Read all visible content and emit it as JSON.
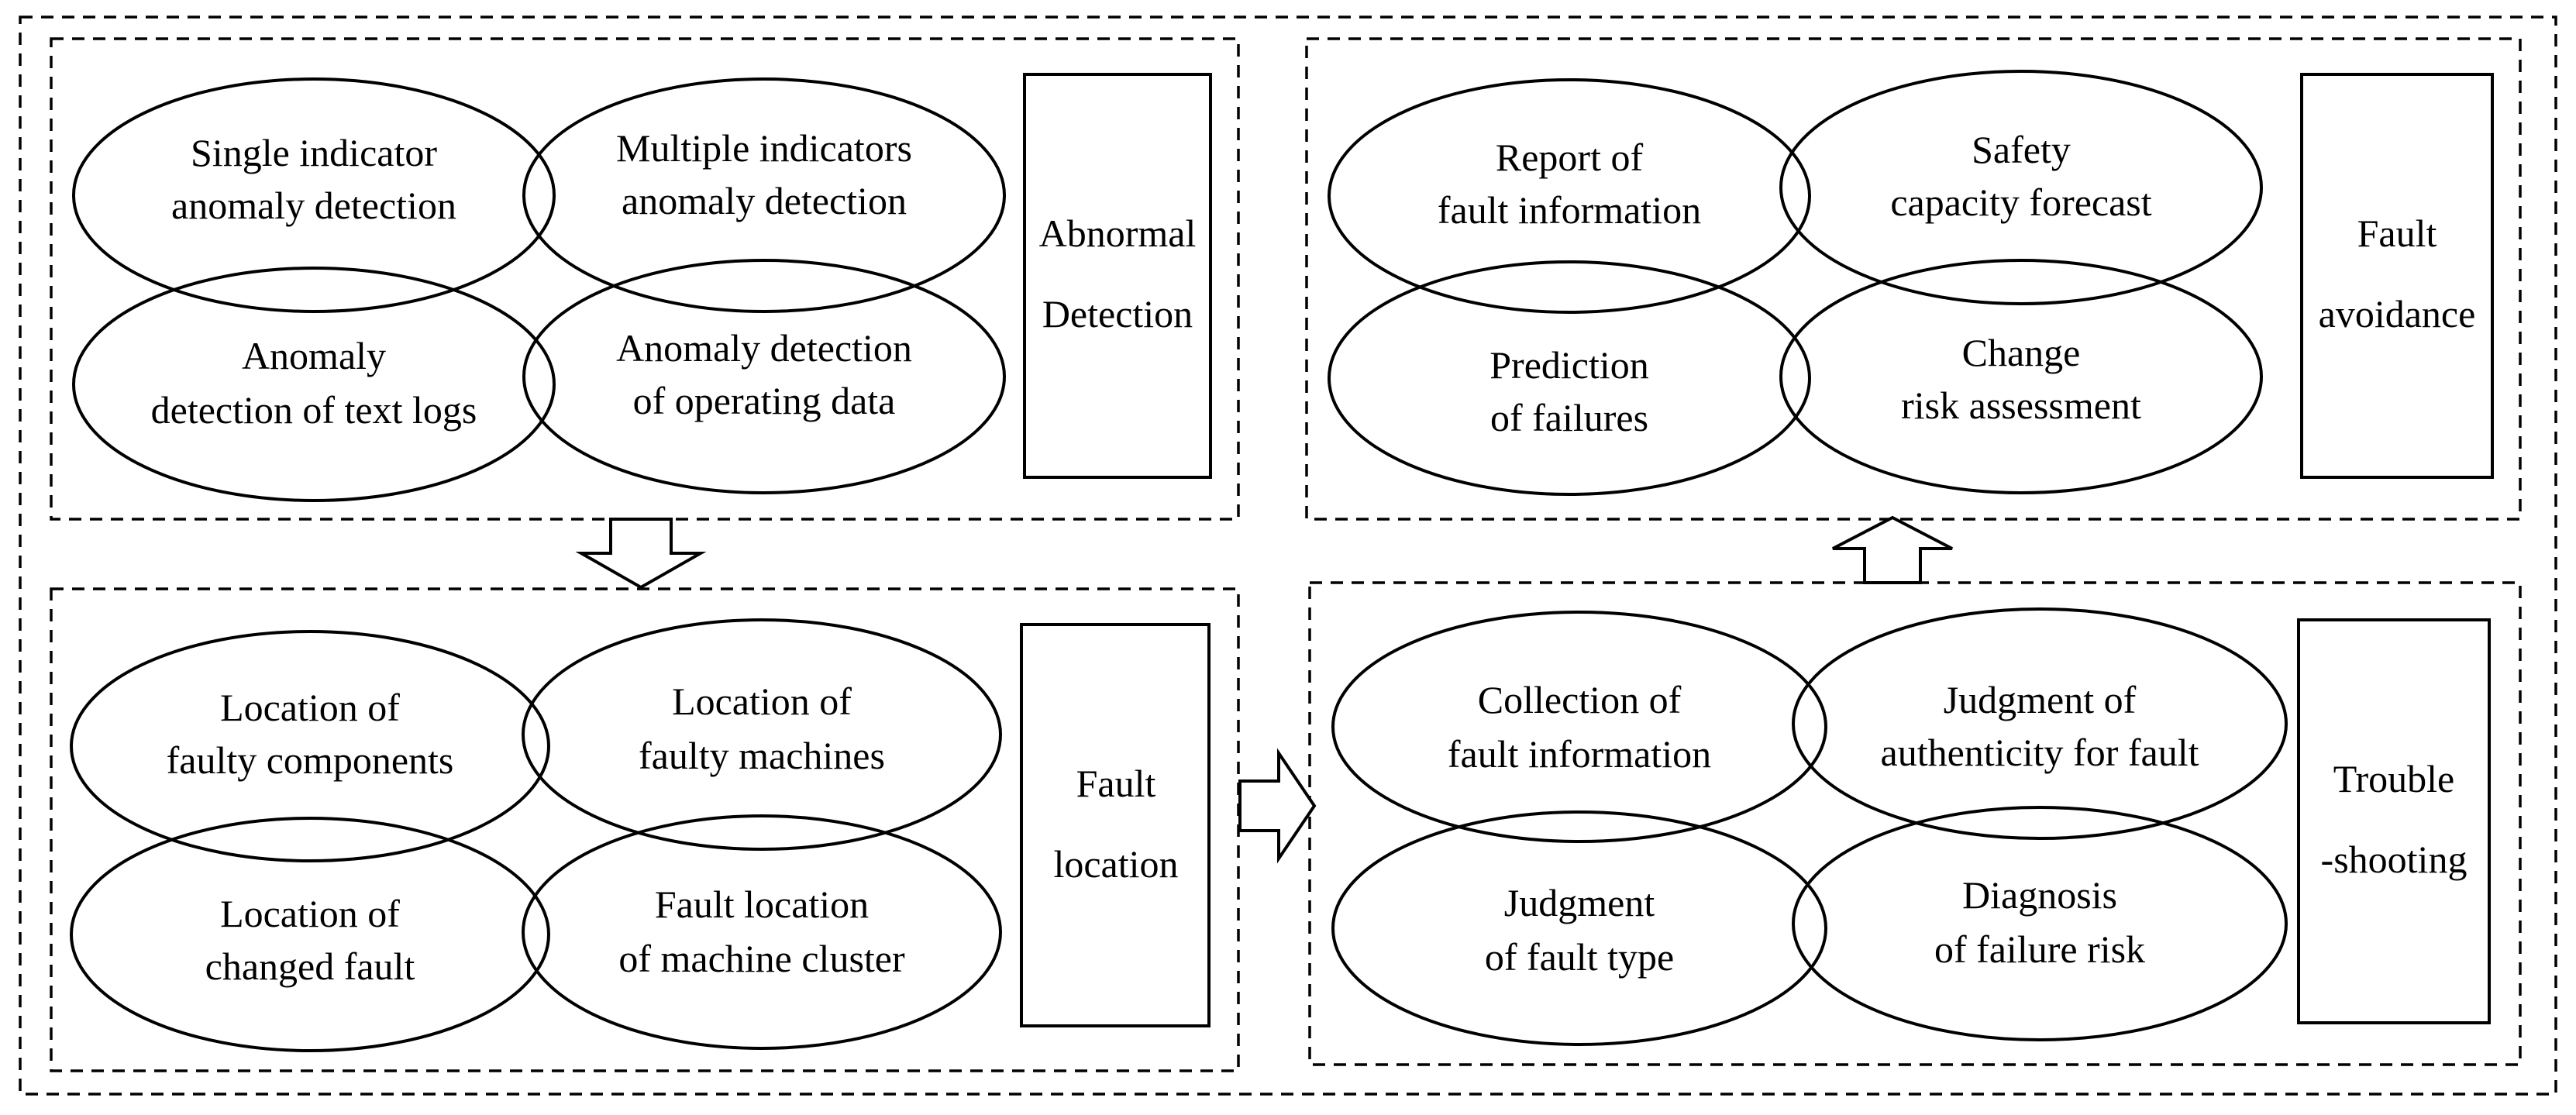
{
  "modules": {
    "abnormal_detection": {
      "label": [
        "Abnormal",
        "Detection"
      ],
      "items": [
        [
          "Single indicator",
          "anomaly detection"
        ],
        [
          "Multiple indicators",
          "anomaly detection"
        ],
        [
          "Anomaly",
          "detection of text logs"
        ],
        [
          "Anomaly detection",
          "of operating data"
        ]
      ]
    },
    "fault_location": {
      "label": [
        "Fault",
        "location"
      ],
      "items": [
        [
          "Location of",
          "faulty components"
        ],
        [
          "Location of",
          "faulty machines"
        ],
        [
          "Location of",
          "changed fault"
        ],
        [
          "Fault location",
          "of machine cluster"
        ]
      ]
    },
    "troubleshooting": {
      "label": [
        "Trouble",
        "-shooting"
      ],
      "items": [
        [
          "Collection of",
          "fault information"
        ],
        [
          "Judgment of",
          "authenticity for fault"
        ],
        [
          "Judgment",
          "of fault type"
        ],
        [
          "Diagnosis",
          "of failure risk"
        ]
      ]
    },
    "fault_avoidance": {
      "label": [
        "Fault",
        "avoidance"
      ],
      "items": [
        [
          "Report of",
          "fault information"
        ],
        [
          "Safety",
          "capacity forecast"
        ],
        [
          "Prediction",
          "of failures"
        ],
        [
          "Change",
          "risk assessment"
        ]
      ]
    }
  },
  "flow": [
    "abnormal_detection",
    "fault_location",
    "troubleshooting",
    "fault_avoidance"
  ]
}
